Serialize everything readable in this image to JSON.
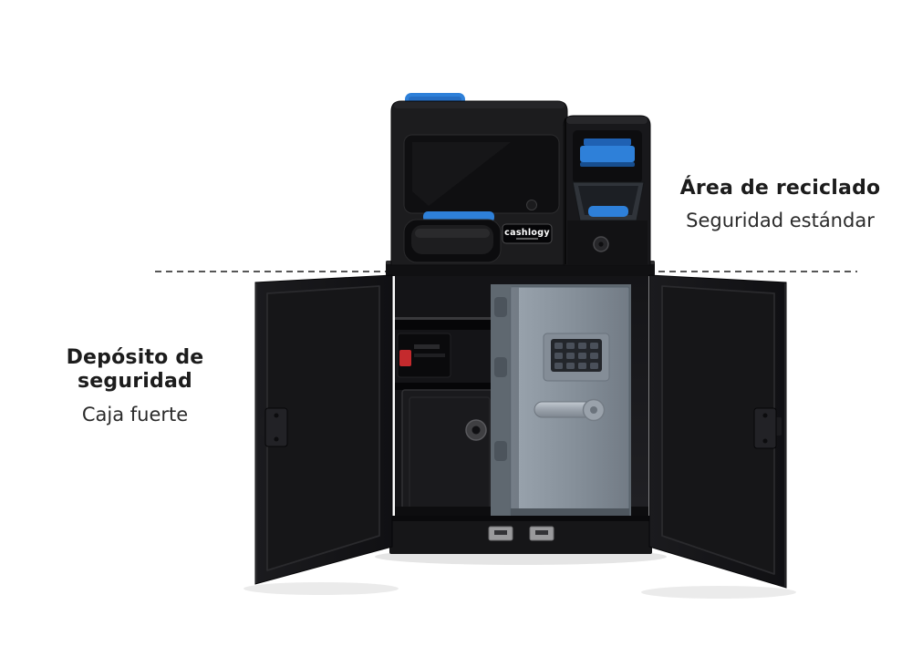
{
  "annotations": {
    "recycling_area": {
      "title": "Área de reciclado",
      "subtitle": "Seguridad estándar"
    },
    "security_deposit": {
      "title": "Depósito de seguridad",
      "subtitle": "Caja fuerte"
    }
  },
  "machine": {
    "badge": "cashlogy",
    "colors": {
      "accent_blue": "#2e80d9",
      "body_black": "#19191b",
      "safe_gray": "#8b95a1",
      "alert_red": "#c42a2d"
    }
  }
}
